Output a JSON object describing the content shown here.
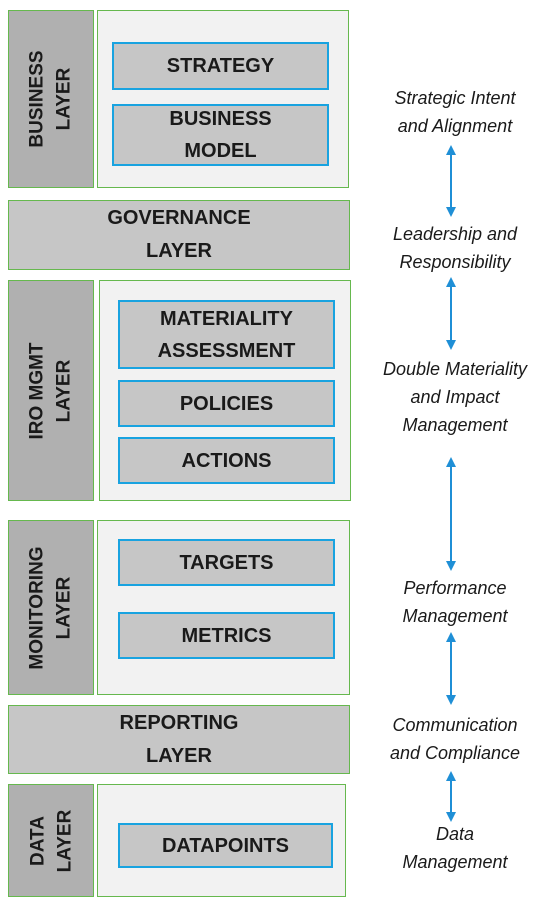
{
  "layers": {
    "business": {
      "label": [
        "BUSINESS",
        "LAYER"
      ],
      "items": {
        "strategy": [
          "STRATEGY"
        ],
        "business_model": [
          "BUSINESS",
          "MODEL"
        ]
      }
    },
    "governance": {
      "label": [
        "GOVERNANCE",
        "LAYER"
      ]
    },
    "iro_mgmt": {
      "label": [
        "IRO MGMT",
        "LAYER"
      ],
      "items": {
        "materiality": [
          "MATERIALITY",
          "ASSESSMENT"
        ],
        "policies": [
          "POLICIES"
        ],
        "actions": [
          "ACTIONS"
        ]
      }
    },
    "monitoring": {
      "label": [
        "MONITORING",
        "LAYER"
      ],
      "items": {
        "targets": [
          "TARGETS"
        ],
        "metrics": [
          "METRICS"
        ]
      }
    },
    "reporting": {
      "label": [
        "REPORTING",
        "LAYER"
      ]
    },
    "data": {
      "label": [
        "DATA",
        "LAYER"
      ],
      "items": {
        "datapoints": [
          "DATAPOINTS"
        ]
      }
    }
  },
  "captions": {
    "strategic": [
      "Strategic Intent",
      "and Alignment"
    ],
    "leadership": [
      "Leadership and",
      "Responsibility"
    ],
    "double": [
      "Double Materiality",
      "and Impact",
      "Management"
    ],
    "performance": [
      "Performance",
      "Management"
    ],
    "communication": [
      "Communication",
      "and Compliance"
    ],
    "data": [
      "Data",
      "Management"
    ]
  },
  "colors": {
    "green_border": "#66b84e",
    "blue_border": "#19a3e0",
    "arrow": "#1f8fd6",
    "dark_gray": "#b0b0b0",
    "mid_gray": "#c6c6c6",
    "light_gray": "#f2f2f2"
  }
}
